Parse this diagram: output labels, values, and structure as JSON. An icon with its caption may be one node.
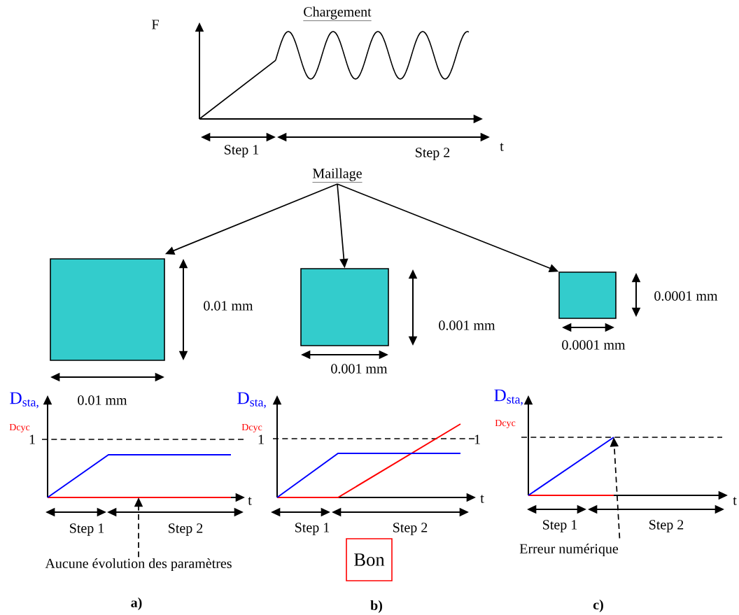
{
  "diagram": {
    "nodes": [
      {
        "text": [
          "Maillage"
        ]
      },
      {
        "text": [],
        "shape": "box"
      },
      {
        "text": [],
        "shape": "box"
      },
      {
        "text": [],
        "shape": "box"
      },
      {
        "text": [
          "Aucune évolution des paramètres"
        ]
      },
      {
        "text": [
          "Bon"
        ]
      },
      {
        "text": [
          "Erreur numérique"
        ]
      }
    ],
    "edges": [
      {
        "from": 0,
        "to": 1,
        "arrow": "to"
      },
      {
        "from": 0,
        "to": 2,
        "arrow": "to"
      },
      {
        "from": 0,
        "to": 3,
        "arrow": "to"
      },
      {
        "from": 4,
        "to": null,
        "arrow": "to",
        "style": "dashed"
      },
      {
        "from": 6,
        "to": null,
        "arrow": "to",
        "style": "dashed"
      }
    ],
    "labels": [
      "Chargement",
      "F",
      "Step 1",
      "t",
      "Step 2",
      "0.01 mm",
      "0.0001 mm",
      "0.001 mm",
      "0.0001 mm",
      "0.001 mm",
      "0.01 mm",
      "D$_{sta,}$",
      "D$_{sta,}$",
      "D$_{sta,}$",
      "Dcyc",
      "Dcyc",
      "Dcyc",
      "1",
      "1",
      "1",
      "t",
      "t",
      "t",
      "Step 1",
      "Step 2",
      "Step 1",
      "Step 2",
      "Step 1",
      "Step 2",
      "a)",
      "b)",
      "c)"
    ]
  }
}
